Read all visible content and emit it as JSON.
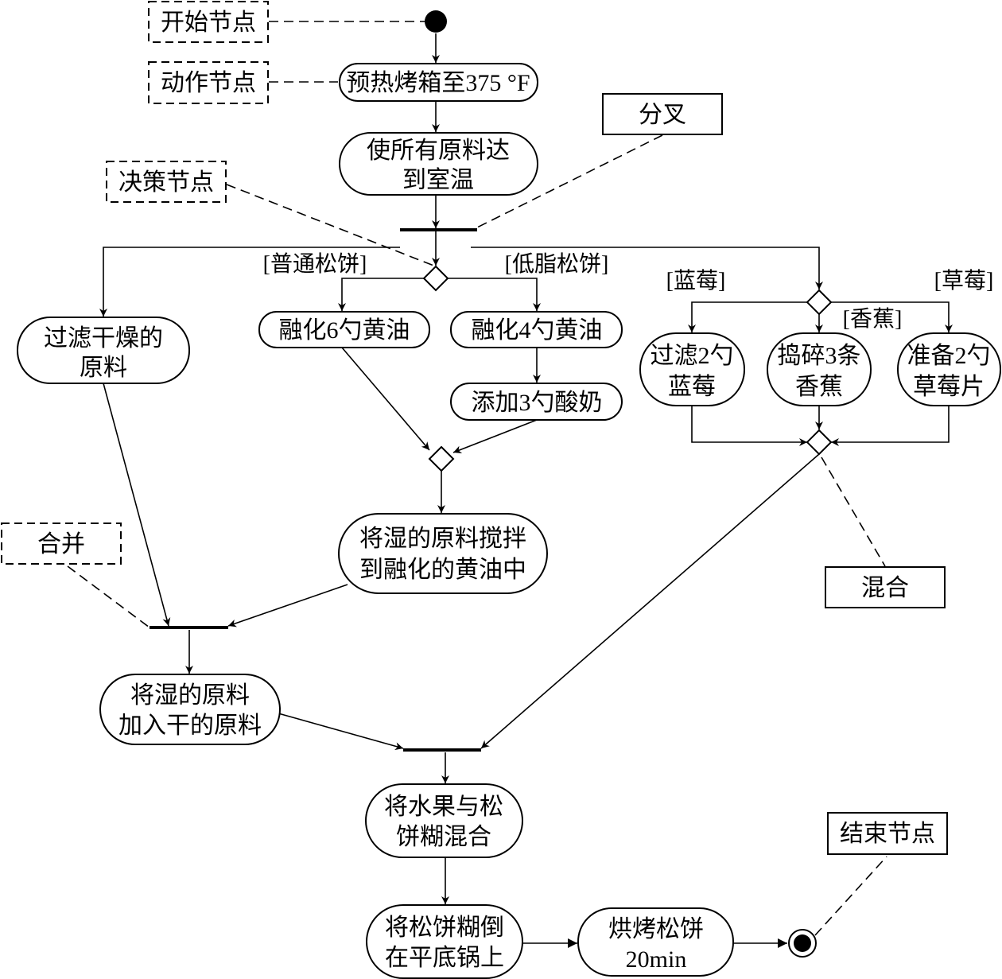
{
  "callouts": {
    "start_node": "开始节点",
    "action_node": "动作节点",
    "decision_node": "决策节点",
    "fork": "分叉",
    "merge_join": "合并",
    "mix": "混合",
    "end_node": "结束节点"
  },
  "actions": {
    "preheat": "预热烤箱至375 °F",
    "room_temp_1": "使所有原料达",
    "room_temp_2": "到室温",
    "sift_1": "过滤干燥的",
    "sift_2": "原料",
    "melt6": "融化6勺黄油",
    "melt4": "融化4勺黄油",
    "yogurt": "添加3勺酸奶",
    "stir_1": "将湿的原料搅拌",
    "stir_2": "到融化的黄油中",
    "add_wet_1": "将湿的原料",
    "add_wet_2": "加入干的原料",
    "blue_1": "过滤2勺",
    "blue_2": "蓝莓",
    "banana_1": "捣碎3条",
    "banana_2": "香蕉",
    "straw_1": "准备2勺",
    "straw_2": "草莓片",
    "fruit_1": "将水果与松",
    "fruit_2": "饼糊混合",
    "pour_1": "将松饼糊倒",
    "pour_2": "在平底锅上",
    "bake_1": "烘烤松饼",
    "bake_2": "20min"
  },
  "guards": {
    "regular": "[普通松饼]",
    "lowfat": "[低脂松饼]",
    "blueberry": "[蓝莓]",
    "banana": "[香蕉]",
    "strawberry": "[草莓]"
  }
}
